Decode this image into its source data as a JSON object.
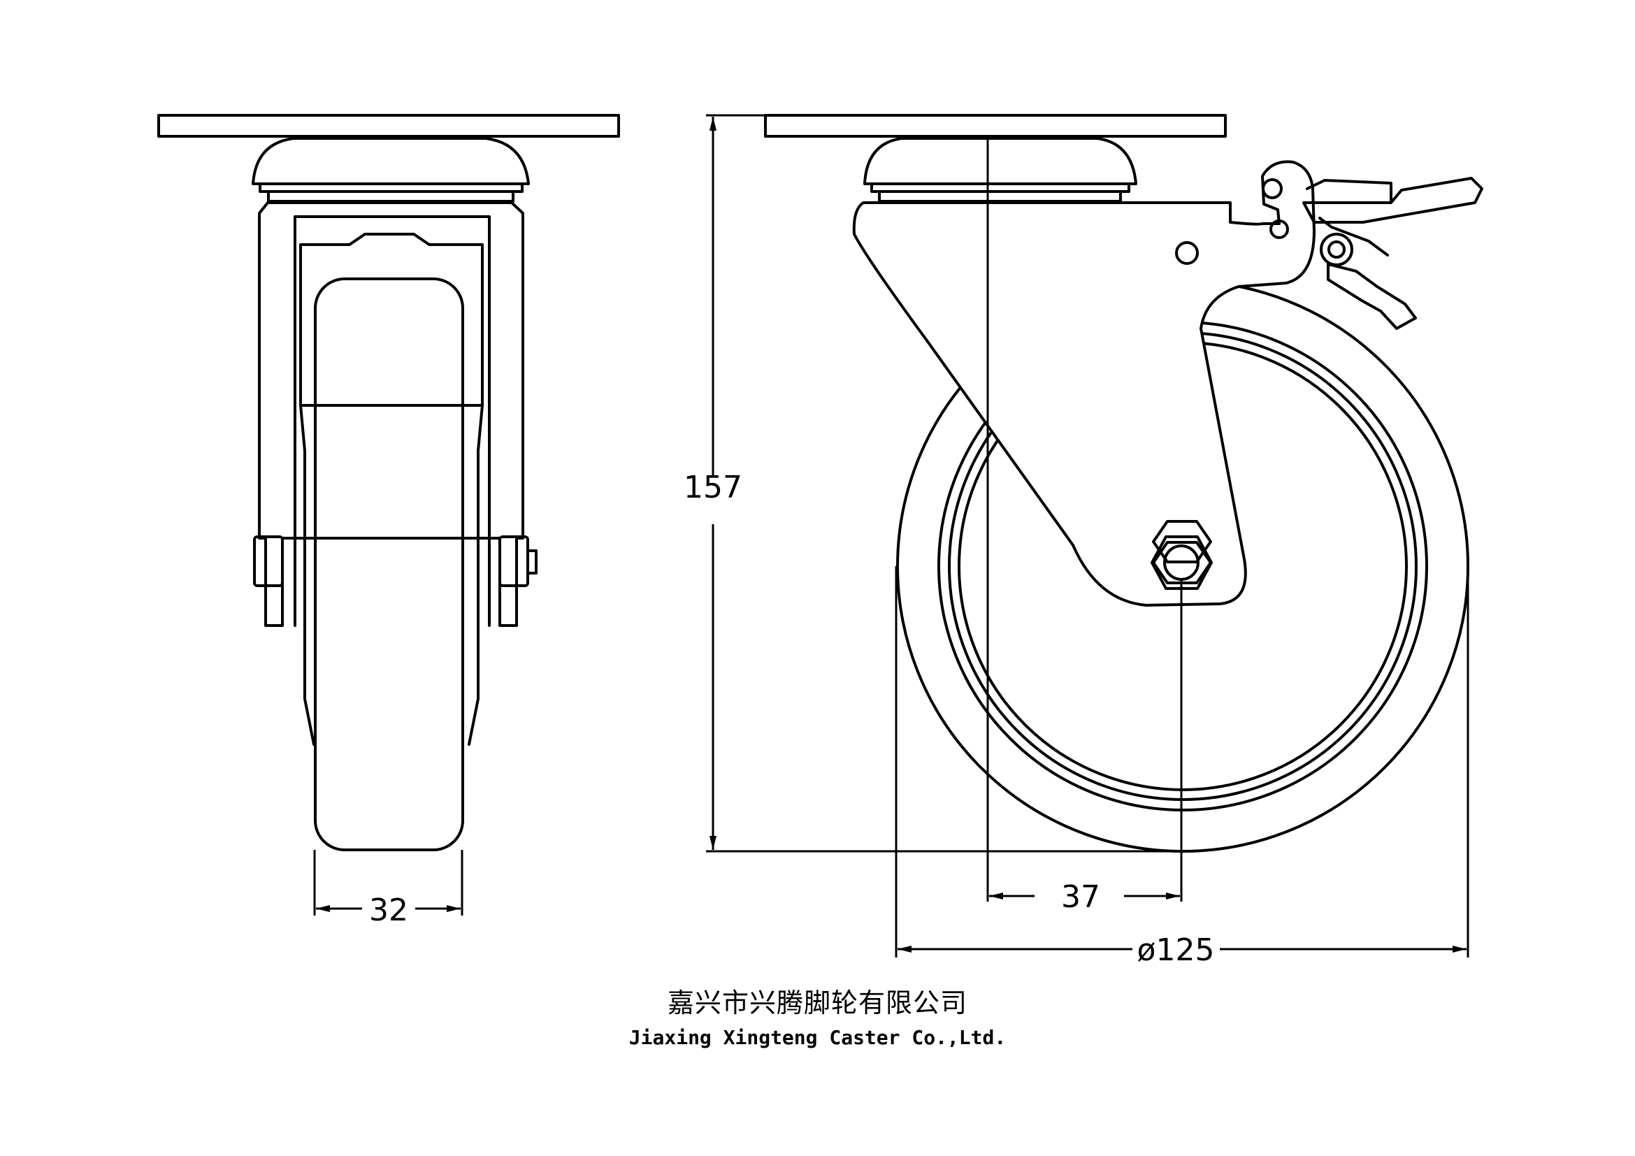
{
  "dimensions": {
    "width": "32",
    "height": "157",
    "offset": "37",
    "diameter": "ø125"
  },
  "company": {
    "name_cn": "嘉兴市兴腾脚轮有限公司",
    "name_en": "Jiaxing Xingteng Caster Co.,Ltd."
  }
}
